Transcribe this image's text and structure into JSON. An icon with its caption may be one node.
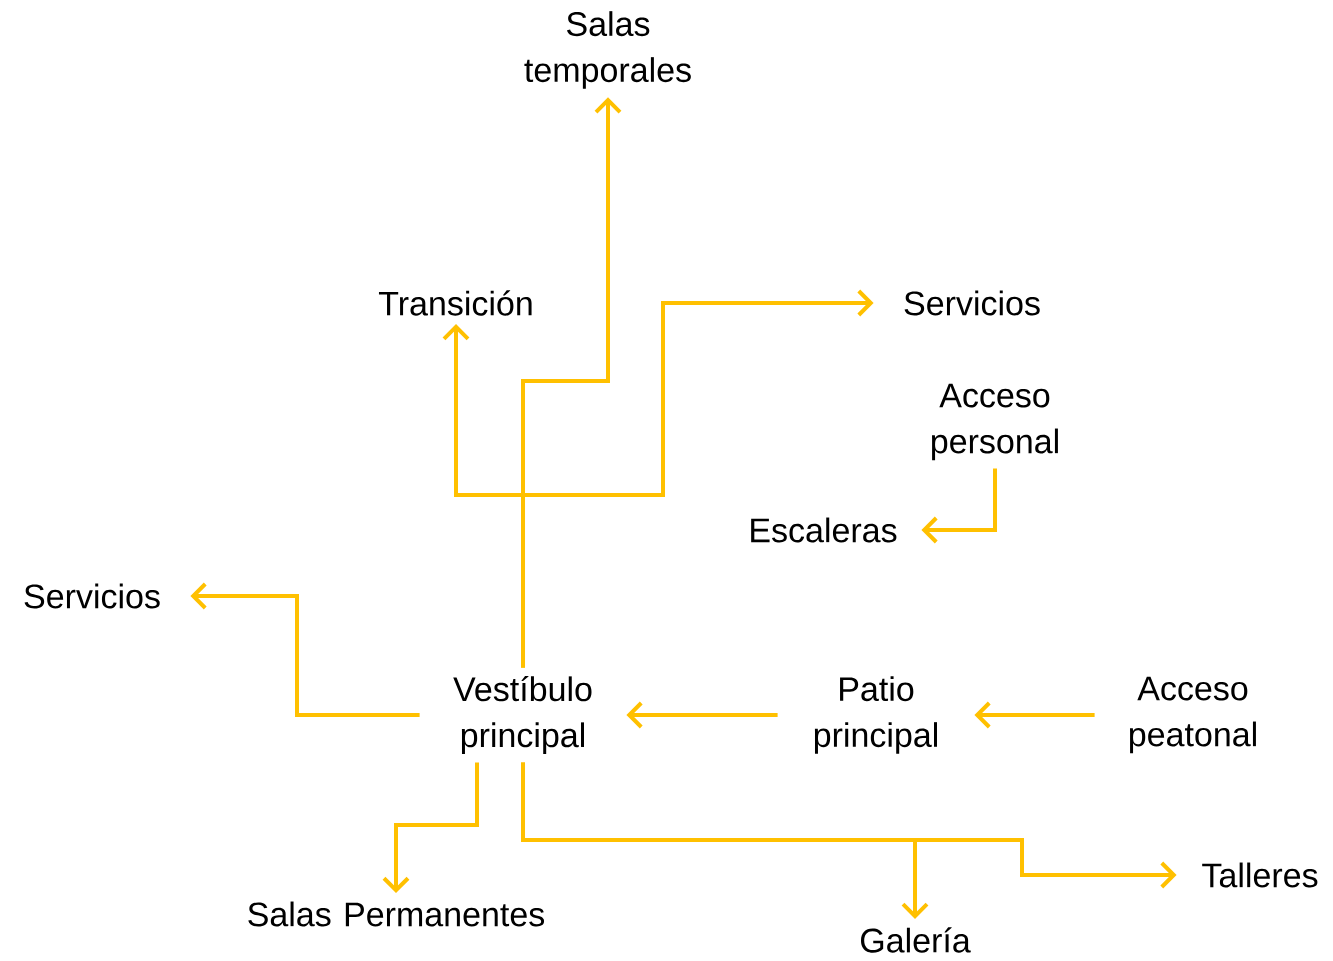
{
  "diagram": {
    "nodes": [
      {
        "text": [
          "Salas temporales"
        ]
      },
      {
        "text": [
          "Transición"
        ]
      },
      {
        "text": [
          "Servicios"
        ]
      },
      {
        "text": [
          "Acceso personal"
        ]
      },
      {
        "text": [
          "Escaleras"
        ]
      },
      {
        "text": [
          "Servicios"
        ]
      },
      {
        "text": [
          "Vestíbulo principal"
        ]
      },
      {
        "text": [
          "Patio principal"
        ]
      },
      {
        "text": [
          "Acceso peatonal"
        ]
      },
      {
        "text": [
          "Salas Permanentes"
        ]
      },
      {
        "text": [
          "Galería"
        ]
      },
      {
        "text": [
          "Talleres"
        ]
      }
    ],
    "edges": [
      {
        "from": 6,
        "to": 0,
        "arrow": "to"
      },
      {
        "from": 6,
        "to": 1,
        "arrow": "to"
      },
      {
        "from": 6,
        "to": 2,
        "arrow": "to"
      },
      {
        "from": 3,
        "to": 4,
        "arrow": "to"
      },
      {
        "from": 6,
        "to": 5,
        "arrow": "to"
      },
      {
        "from": 7,
        "to": 6,
        "arrow": "to"
      },
      {
        "from": 8,
        "to": 7,
        "arrow": "to"
      },
      {
        "from": 6,
        "to": 9,
        "arrow": "to"
      },
      {
        "from": 6,
        "to": 10,
        "arrow": "to"
      },
      {
        "from": 6,
        "to": 11,
        "arrow": "to"
      }
    ]
  }
}
